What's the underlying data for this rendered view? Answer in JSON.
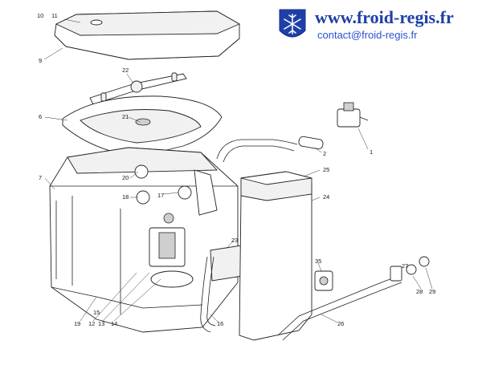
{
  "header": {
    "website": "www.froid-regis.fr",
    "email": "contact@froid-regis.fr"
  },
  "colors": {
    "brand_blue": "#1f3fa8",
    "email_blue": "#2a52cc",
    "line": "#222222"
  },
  "logo": {
    "icon": "snowflake-logo-icon"
  },
  "callouts": [
    "10",
    "11",
    "9",
    "22",
    "6",
    "21",
    "7",
    "20",
    "18",
    "17",
    "25",
    "24",
    "23",
    "1",
    "2",
    "35",
    "27",
    "28",
    "29",
    "26",
    "16",
    "19",
    "12",
    "13",
    "14",
    "15"
  ]
}
